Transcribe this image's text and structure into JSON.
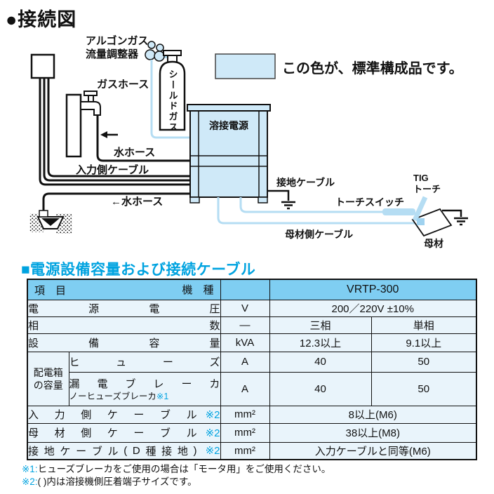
{
  "page_title": "●接続図",
  "legend": {
    "label": "この色が、標準構成品です。"
  },
  "diagram": {
    "labels": {
      "regulator_line1": "アルゴンガス",
      "regulator_line2": "流量調整器",
      "gas_hose": "ガスホース",
      "shield_gas": "シールドガス",
      "welding_power_source": "溶接電源",
      "water_hose_upper": "水ホース",
      "input_side_cable": "入力側ケーブル",
      "water_hose_lower": "←水ホース",
      "ground_cable": "接地ケーブル",
      "torch_switch": "トーチスイッチ",
      "tig_line1": "TIG",
      "tig_line2": "トーチ",
      "base_metal_side_cable": "母材側ケーブル",
      "base_metal": "母材"
    }
  },
  "section_title": "■電源設備容量および接続ケーブル",
  "table": {
    "header": {
      "item": "項　目",
      "model": "機　種",
      "model_value": "VRTP-300"
    },
    "rows": {
      "voltage": {
        "label": "電源電圧",
        "unit": "V",
        "value": "200／220V ±10%"
      },
      "phase": {
        "label": "相数",
        "unit": "―",
        "three_phase": "三相",
        "single_phase": "単相"
      },
      "capacity": {
        "label": "設備容量",
        "unit": "kVA",
        "three_phase": "12.3以上",
        "single_phase": "9.1以上"
      },
      "dist_box": {
        "label": "配電箱\nの容量"
      },
      "fuse": {
        "label": "ヒューズ",
        "unit": "A",
        "three_phase": "40",
        "single_phase": "50"
      },
      "breaker": {
        "label": "漏電ブレーカ",
        "label2": "ノーヒューズブレーカ",
        "note": "※1",
        "unit": "A",
        "three_phase": "40",
        "single_phase": "50"
      },
      "input_cable": {
        "label": "入力側ケーブル",
        "note": "※2",
        "unit": "mm²",
        "value": "8以上(M6)"
      },
      "base_cable": {
        "label": "母材側ケーブル",
        "note": "※2",
        "unit": "mm²",
        "value": "38以上(M8)"
      },
      "ground_cable": {
        "label": "接地ケーブル(D種接地)",
        "note": "※2",
        "unit": "mm²",
        "value": "入力ケーブルと同等(M6)"
      }
    }
  },
  "footnotes": [
    {
      "mark": "※1:",
      "text": "ヒューズブレーカをご使用の場合は「モータ用」をご使用ください。"
    },
    {
      "mark": "※2:",
      "text": "( )内は溶接機側圧着端子サイズです。"
    }
  ],
  "colors": {
    "accent_cyan": "#00a3e0",
    "standard_component_blue": "#cfe9f8",
    "cable_blue": "#b5ddf3",
    "table_header_blue": "#7fcef2",
    "table_row_blue": "#e9f4fb"
  }
}
